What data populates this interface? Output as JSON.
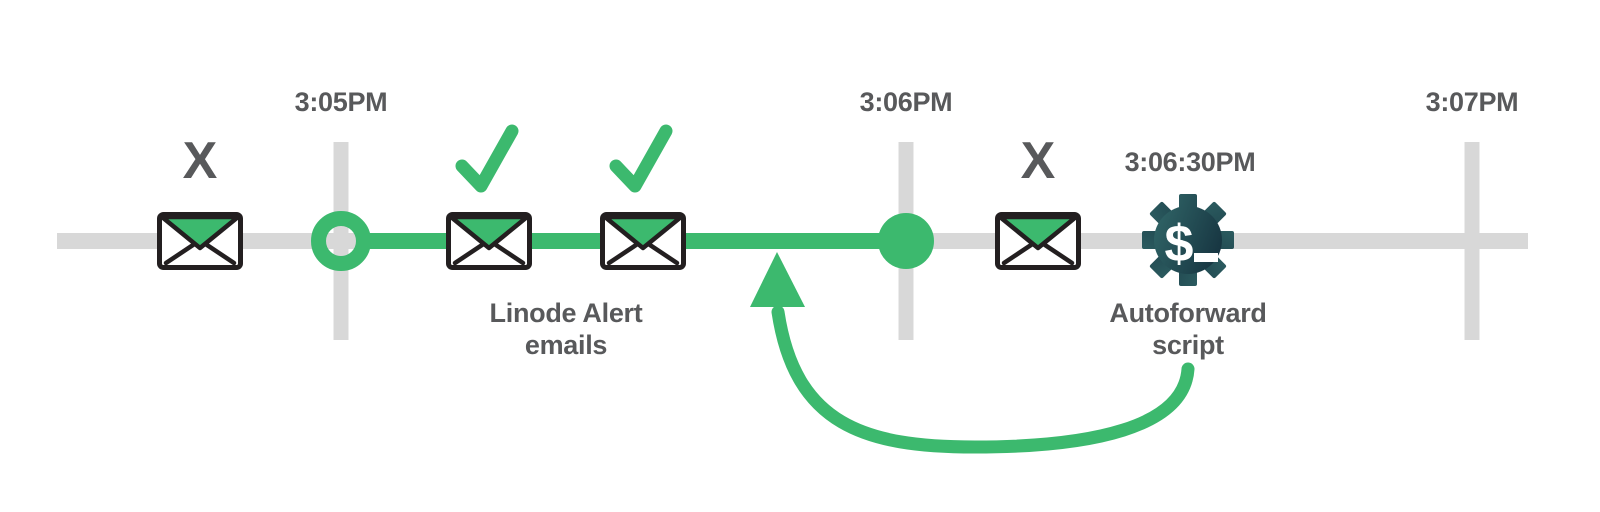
{
  "colors": {
    "green": "#3cb96e",
    "track_gray": "#d8d8d8",
    "text_gray": "#58595b",
    "outline_dark": "#231f20",
    "gear_teal_light": "#336a6b",
    "gear_teal_dark": "#122c3a",
    "white": "#ffffff"
  },
  "timeline": {
    "ticks": [
      {
        "label": "3:05PM"
      },
      {
        "label": "3:06PM"
      },
      {
        "label": "3:07PM"
      }
    ]
  },
  "events": {
    "blocked_email_left": {
      "icon": "email-icon",
      "status": "blocked",
      "status_glyph": "X"
    },
    "alert_email_1": {
      "icon": "email-icon",
      "status": "delivered"
    },
    "alert_email_2": {
      "icon": "email-icon",
      "status": "delivered"
    },
    "blocked_email_right": {
      "icon": "email-icon",
      "status": "blocked",
      "status_glyph": "X"
    },
    "autoforward_script": {
      "icon": "gear-icon",
      "time": "3:06:30PM",
      "label": "Autoforward script",
      "prompt_glyph": "$"
    }
  },
  "labels": {
    "alert_emails": "Linode Alert emails"
  }
}
